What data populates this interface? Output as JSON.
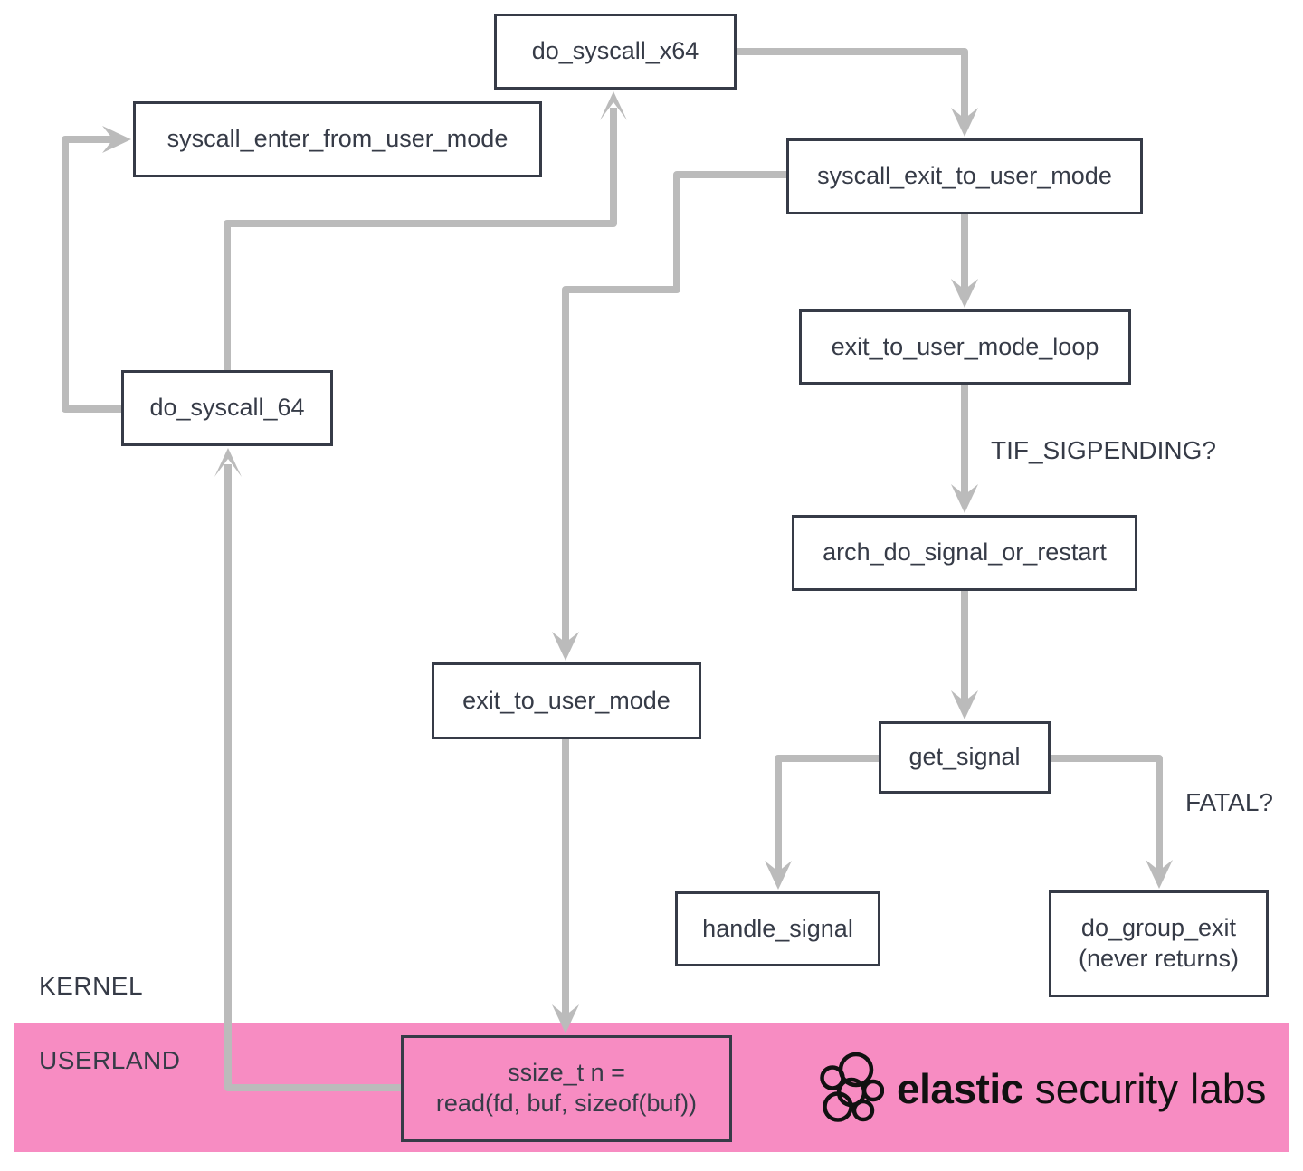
{
  "diagram": {
    "nodes": {
      "do_syscall_x64": "do_syscall_x64",
      "syscall_enter_from_user_mode": "syscall_enter_from_user_mode",
      "do_syscall_64": "do_syscall_64",
      "syscall_exit_to_user_mode": "syscall_exit_to_user_mode",
      "exit_to_user_mode_loop": "exit_to_user_mode_loop",
      "arch_do_signal_or_restart": "arch_do_signal_or_restart",
      "get_signal": "get_signal",
      "handle_signal": "handle_signal",
      "do_group_exit_line1": "do_group_exit",
      "do_group_exit_line2": "(never returns)",
      "exit_to_user_mode": "exit_to_user_mode",
      "read_call_line1": "ssize_t n =",
      "read_call_line2": "read(fd, buf, sizeof(buf))"
    },
    "edge_labels": {
      "tif_sigpending": "TIF_SIGPENDING?",
      "fatal": "FATAL?"
    },
    "zones": {
      "kernel": "KERNEL",
      "userland": "USERLAND"
    },
    "colors": {
      "arrow_gray": "#bbbbbb",
      "node_border": "#363b47",
      "node_text": "#363b47",
      "userland_pink": "#f78cc2",
      "logo_black": "#111111"
    }
  },
  "branding": {
    "logo_bold": "elastic",
    "logo_light": "security labs"
  }
}
